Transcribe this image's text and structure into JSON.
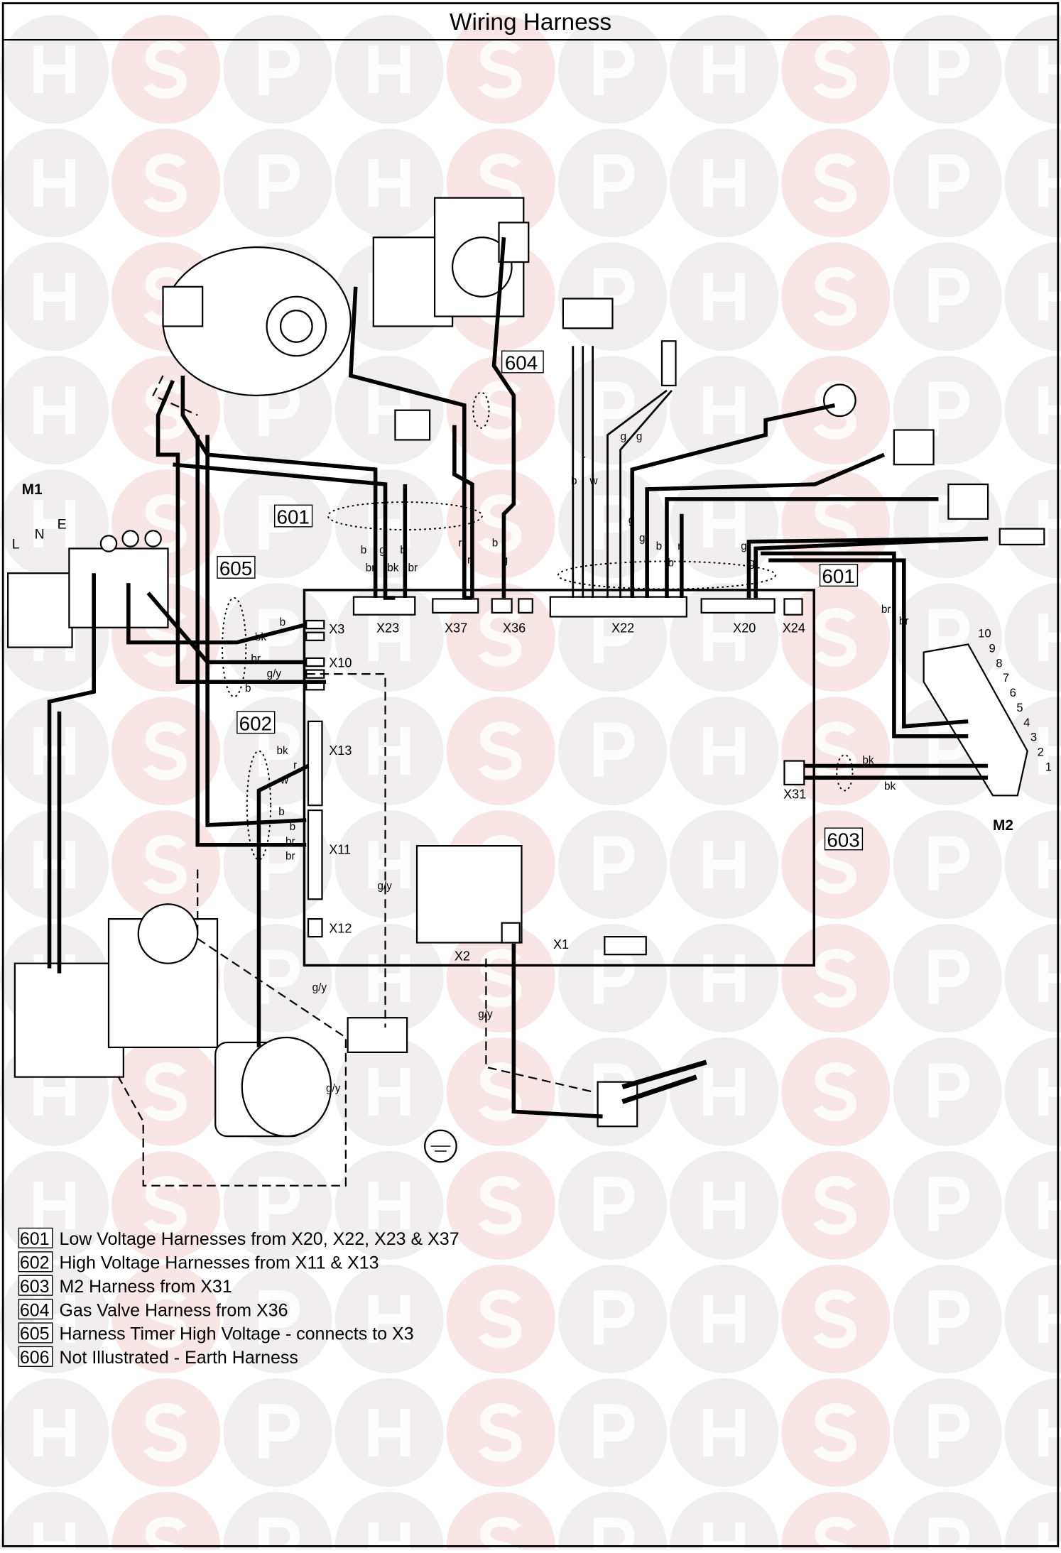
{
  "title": "Wiring Harness",
  "watermark": {
    "letters": [
      "H",
      "S",
      "P"
    ],
    "colors": {
      "H": "#e4e0e0",
      "S": "#f3cfcf",
      "P": "#e4e0e0"
    }
  },
  "connectors": {
    "x3": "X3",
    "x10": "X10",
    "x13": "X13",
    "x11": "X11",
    "x12": "X12",
    "x23": "X23",
    "x37": "X37",
    "x36": "X36",
    "x22": "X22",
    "x20": "X20",
    "x24": "X24",
    "x31": "X31",
    "x2": "X2",
    "x1": "X1"
  },
  "components": {
    "m1": "M1",
    "m1_terminals": [
      "L",
      "N",
      "E"
    ],
    "m2": "M2",
    "m2_terminals": [
      "1",
      "2",
      "3",
      "4",
      "5",
      "6",
      "7",
      "8",
      "9",
      "10"
    ]
  },
  "callouts": {
    "c601a": "601",
    "c601b": "601",
    "c602": "602",
    "c603": "603",
    "c604": "604",
    "c605": "605"
  },
  "wire_labels": {
    "x23": [
      "b",
      "br",
      "g",
      "bk",
      "b",
      "br"
    ],
    "x37": [
      "r",
      "r"
    ],
    "x36": [
      "b",
      "g"
    ],
    "x22": [
      "b",
      "r",
      "w",
      "g",
      "g",
      "g",
      "g",
      "b",
      "b",
      "r"
    ],
    "x20": [
      "g",
      "g"
    ],
    "m2": [
      "br",
      "br"
    ],
    "x31": [
      "bk",
      "bk"
    ],
    "x3": [
      "b",
      "bk"
    ],
    "x10": [
      "br",
      "g/y",
      "b"
    ],
    "x13": [
      "bk",
      "r",
      "w"
    ],
    "x11": [
      "b",
      "b",
      "br",
      "br"
    ],
    "earth": [
      "g/y",
      "g/y",
      "g/y",
      "g/y"
    ]
  },
  "legend": [
    {
      "code": "601",
      "text": "Low Voltage Harnesses from X20, X22, X23 & X37"
    },
    {
      "code": "602",
      "text": "High Voltage Harnesses from X11 & X13"
    },
    {
      "code": "603",
      "text": "M2 Harness from X31"
    },
    {
      "code": "604",
      "text": "Gas Valve Harness from X36"
    },
    {
      "code": "605",
      "text": "Harness Timer High Voltage - connects to X3"
    },
    {
      "code": "606",
      "text": "Not Illustrated - Earth Harness"
    }
  ]
}
